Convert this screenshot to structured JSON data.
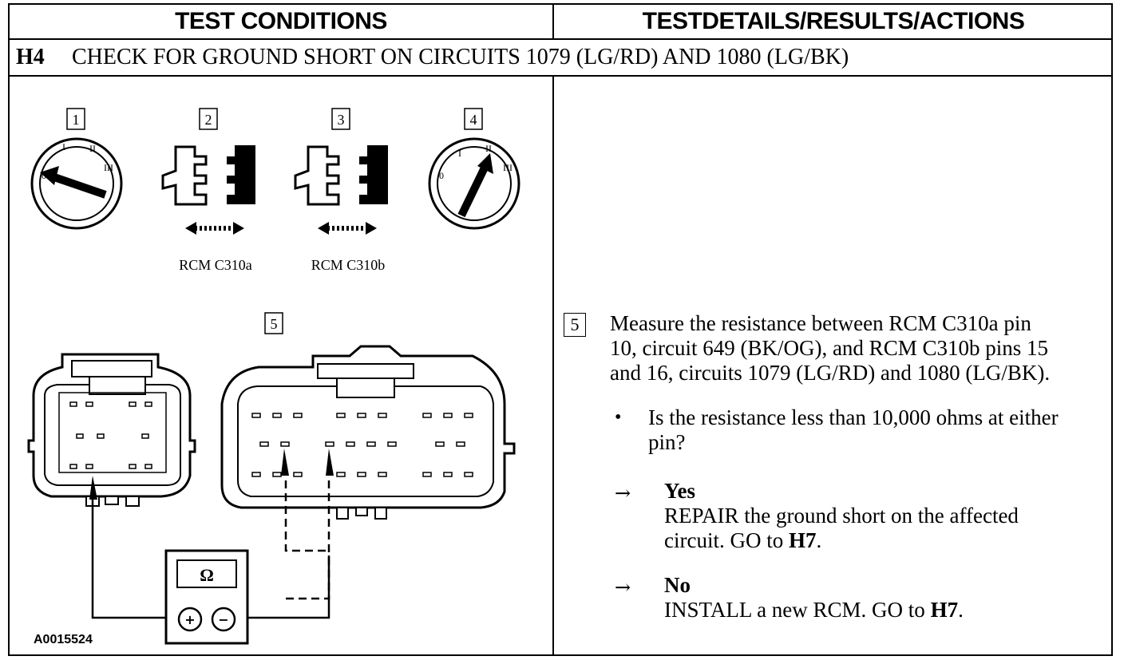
{
  "header": {
    "left_title": "TEST CONDITIONS",
    "right_title": "TESTDETAILS/RESULTS/ACTIONS"
  },
  "step": {
    "id": "H4",
    "title": "CHECK FOR GROUND SHORT ON CIRCUITS 1079 (LG/RD) AND 1080 (LG/BK)"
  },
  "diagram": {
    "callouts": [
      "1",
      "2",
      "3",
      "4",
      "5"
    ],
    "connector_a_label": "RCM C310a",
    "connector_b_label": "RCM C310b",
    "ignition_marks": [
      "0",
      "I",
      "II",
      "III"
    ],
    "meter_symbol": "Ω",
    "meter_plus": "+",
    "meter_minus": "−",
    "figure_id": "A0015524"
  },
  "details": {
    "step_callout": "5",
    "instruction_line1": "Measure the resistance between RCM C310a pin",
    "instruction_line2": "10, circuit 649 (BK/OG), and RCM C310b pins 15",
    "instruction_line3": "and 16, circuits 1079 (LG/RD) and 1080 (LG/BK).",
    "bullet": "•",
    "question_line1": "Is the resistance less than 10,000 ohms at either",
    "question_line2": "pin?",
    "arrow": "→",
    "yes_label": "Yes",
    "yes_action_line1": "REPAIR the ground short on the affected",
    "yes_action_pre": "circuit. GO to ",
    "yes_goto": "H7",
    "yes_action_post": ".",
    "no_label": "No",
    "no_action_pre": "INSTALL a new RCM. GO to ",
    "no_goto": "H7",
    "no_action_post": "."
  }
}
